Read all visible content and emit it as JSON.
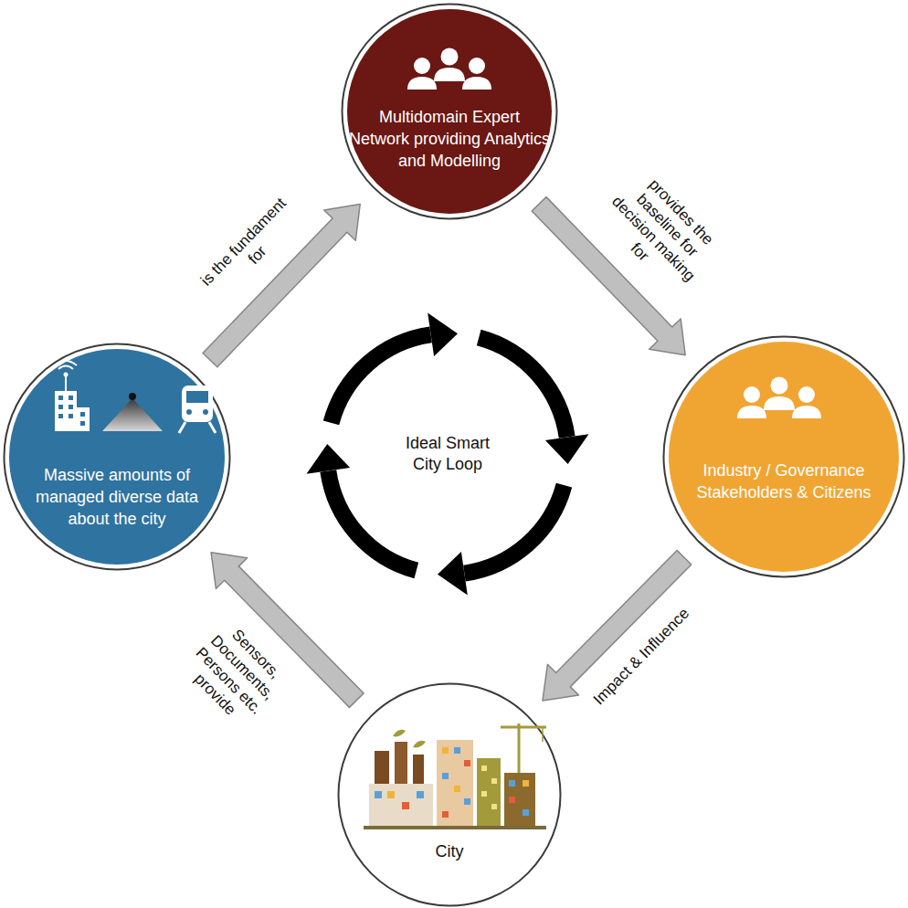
{
  "diagram": {
    "nodes": [
      {
        "text": [
          "Multidomain Expert Network providing Analytics and Modelling"
        ]
      },
      {
        "text": [
          "Massive amounts of managed diverse data about the city"
        ]
      },
      {
        "text": [
          "Industry / Governance Stakeholders & Citizens"
        ]
      },
      {
        "text": [
          "City"
        ]
      }
    ],
    "edges": [
      {
        "from": 1,
        "to": 0,
        "label": "is the fundament for",
        "arrow": "to"
      },
      {
        "from": 0,
        "to": 2,
        "label": "provides the baseline for decision making for",
        "arrow": "to"
      },
      {
        "from": 2,
        "to": 3,
        "label": "Impact & Influence",
        "arrow": "to"
      },
      {
        "from": 3,
        "to": 1,
        "label": "Sensors, Documents, Persons etc. provide",
        "arrow": "to"
      }
    ],
    "labels": [
      "Ideal Smart City Loop"
    ]
  }
}
